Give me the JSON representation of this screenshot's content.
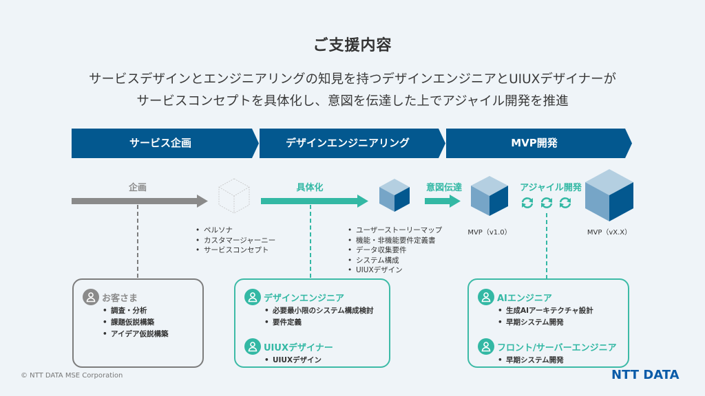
{
  "title": "ご支援内容",
  "subtitle": {
    "line1": "サービスデザインとエンジニアリングの知見を持つデザインエンジニアとUIUXデザイナーが",
    "line2": "サービスコンセプトを具体化し、意図を伝達した上でアジャイル開発を推進"
  },
  "phases": [
    {
      "label": "サービス企画"
    },
    {
      "label": "デザインエンジニアリング"
    },
    {
      "label": "MVP開発"
    }
  ],
  "flow": {
    "planning_label": "企画",
    "concretize_label": "具体化",
    "intent_label": "意図伝達",
    "agile_label": "アジャイル開発",
    "planning_outputs": [
      "ペルソナ",
      "カスタマージャーニー",
      "サービスコンセプト"
    ],
    "design_outputs": [
      "ユーザーストーリーマップ",
      "機能・非機能要件定義書",
      "データ収集要件",
      "システム構成",
      "UIUXデザイン"
    ],
    "mvp_first": "MVP（v1.0）",
    "mvp_next": "MVP（vX.X）"
  },
  "roles": {
    "customer": {
      "name": "お客さま",
      "items": [
        "調査・分析",
        "課題仮説構築",
        "アイデア仮説構築"
      ]
    },
    "design": [
      {
        "name": "デザインエンジニア",
        "items": [
          "必要最小限のシステム構成検討",
          "要件定義"
        ]
      },
      {
        "name": "UIUXデザイナー",
        "items": [
          "UIUXデザイン"
        ]
      }
    ],
    "mvp": [
      {
        "name": "AIエンジニア",
        "items": [
          "生成AIアーキテクチャ設計",
          "早期システム開発"
        ]
      },
      {
        "name": "フロント/サーバーエンジニア",
        "items": [
          "早期システム開発"
        ]
      }
    ]
  },
  "colors": {
    "phase_blue": "#03588f",
    "teal": "#33b8a4",
    "gray": "#8a8a8a",
    "cube_top": "#b4cfe1",
    "cube_left": "#76a5c7",
    "cube_right": "#03588f",
    "brand": "#0a5ba8"
  },
  "footer": {
    "copyright": "© NTT DATA MSE Corporation",
    "logo": "NTT DATA"
  }
}
